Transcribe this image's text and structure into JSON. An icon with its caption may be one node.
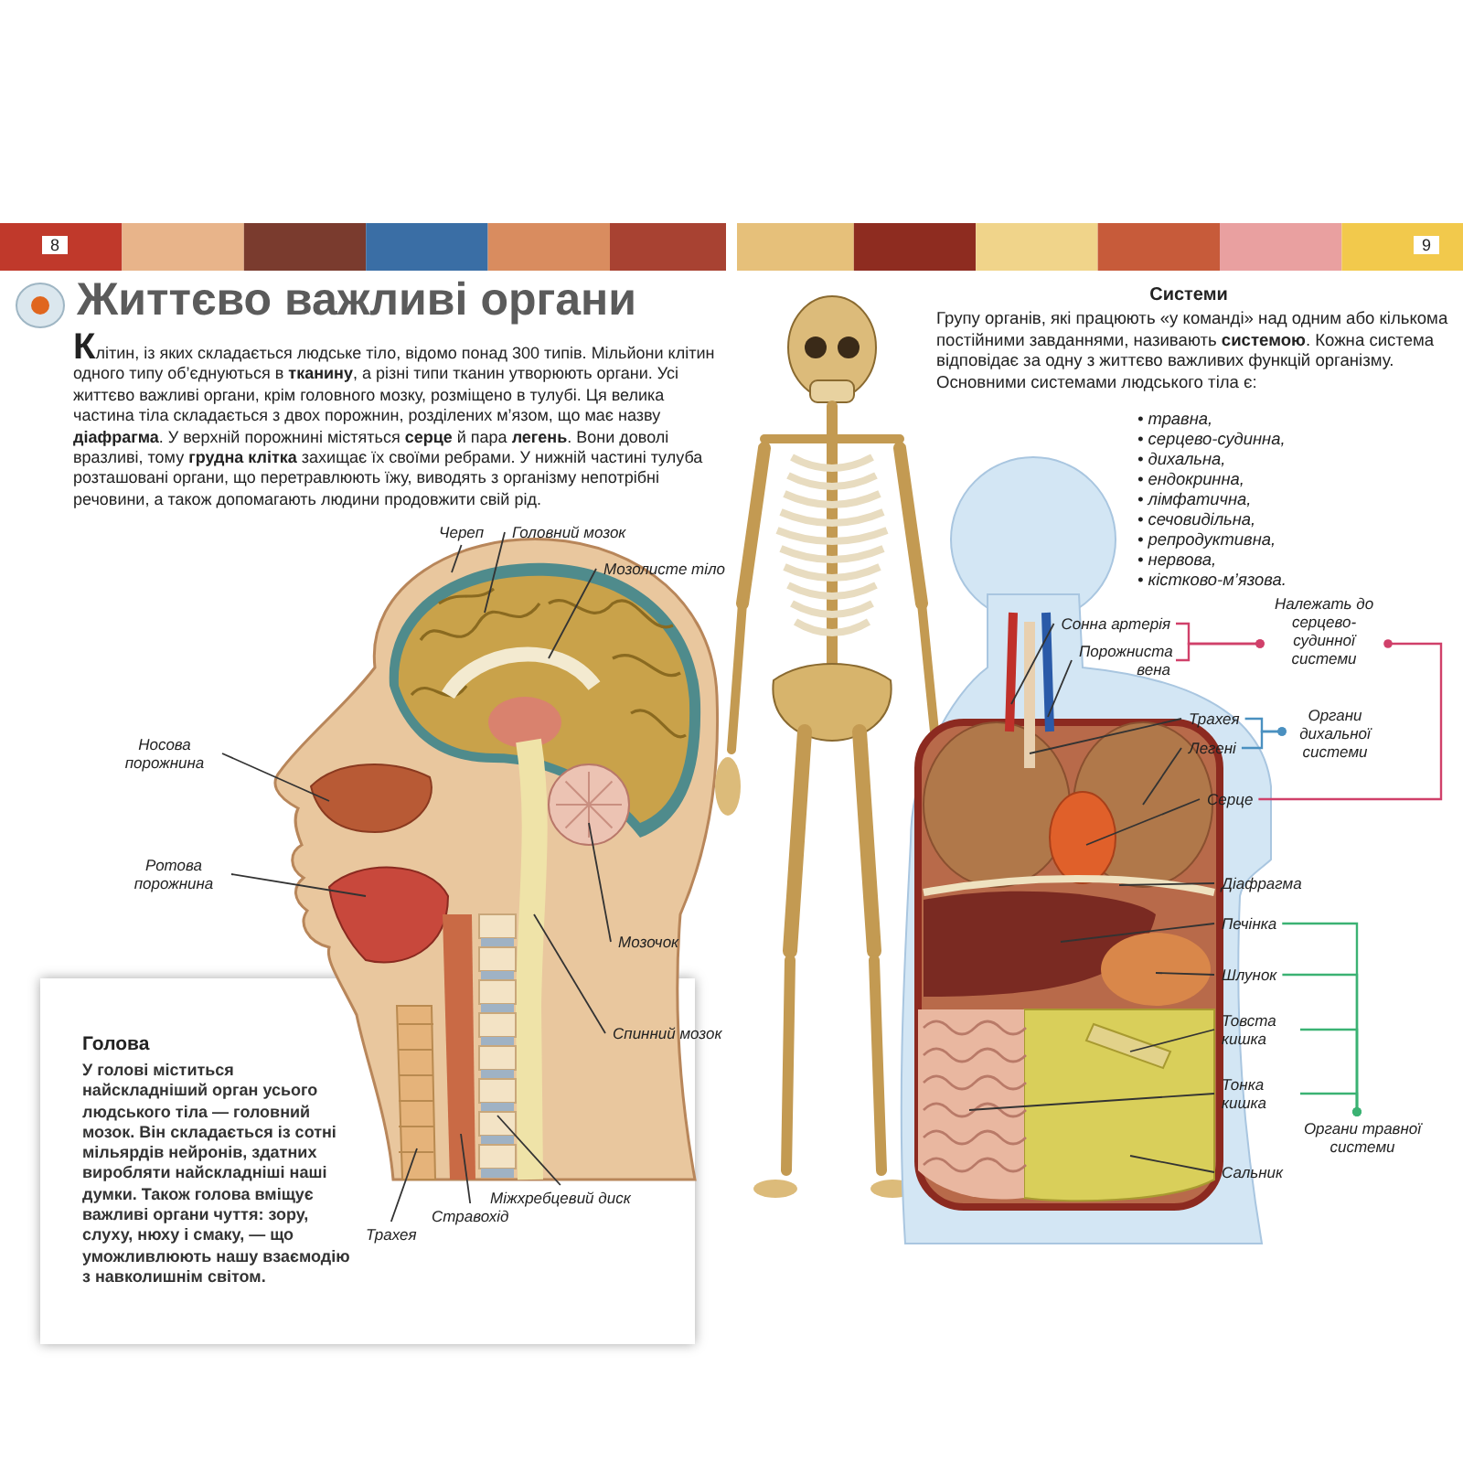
{
  "diagram": {
    "title": "Життєво важливі органи",
    "nodes": [
      {
        "text": [
          "Череп"
        ]
      },
      {
        "text": [
          "Головний мозок"
        ]
      },
      {
        "text": [
          "Мозолисте тіло"
        ]
      },
      {
        "text": [
          "Носова порожнина"
        ]
      },
      {
        "text": [
          "Ротова порожнина"
        ]
      },
      {
        "text": [
          "Мозочок"
        ]
      },
      {
        "text": [
          "Спинний мозок"
        ]
      },
      {
        "text": [
          "Міжхребцевий диск"
        ]
      },
      {
        "text": [
          "Стравохід"
        ]
      },
      {
        "text": [
          "Трахея"
        ]
      },
      {
        "text": [
          "Сонна артерія"
        ]
      },
      {
        "text": [
          "Порожниста вена"
        ]
      },
      {
        "text": [
          "Трахея"
        ]
      },
      {
        "text": [
          "Легені"
        ]
      },
      {
        "text": [
          "Серце"
        ]
      },
      {
        "text": [
          "Діафрагма"
        ]
      },
      {
        "text": [
          "Печінка"
        ]
      },
      {
        "text": [
          "Шлунок"
        ]
      },
      {
        "text": [
          "Товста кишка"
        ]
      },
      {
        "text": [
          "Тонка кишка"
        ]
      },
      {
        "text": [
          "Сальник"
        ]
      },
      {
        "text": [
          "Належать до серцево-судинної системи"
        ]
      },
      {
        "text": [
          "Органи дихальної системи"
        ]
      },
      {
        "text": [
          "Органи травної системи"
        ]
      }
    ],
    "edges": [
      {
        "from": 0,
        "to": null,
        "arrow": "none"
      },
      {
        "from": 1,
        "to": null,
        "arrow": "none"
      },
      {
        "from": 2,
        "to": null,
        "arrow": "none"
      },
      {
        "from": 3,
        "to": null,
        "arrow": "none"
      },
      {
        "from": 4,
        "to": null,
        "arrow": "none"
      },
      {
        "from": 5,
        "to": null,
        "arrow": "none"
      },
      {
        "from": 6,
        "to": null,
        "arrow": "none"
      },
      {
        "from": 7,
        "to": null,
        "arrow": "none"
      },
      {
        "from": 8,
        "to": null,
        "arrow": "none"
      },
      {
        "from": 9,
        "to": null,
        "arrow": "none"
      },
      {
        "from": 10,
        "to": null,
        "arrow": "none"
      },
      {
        "from": 11,
        "to": null,
        "arrow": "none"
      },
      {
        "from": 12,
        "to": null,
        "arrow": "none"
      },
      {
        "from": 13,
        "to": null,
        "arrow": "none"
      },
      {
        "from": 14,
        "to": null,
        "arrow": "none"
      },
      {
        "from": 15,
        "to": null,
        "arrow": "none"
      },
      {
        "from": 16,
        "to": null,
        "arrow": "none"
      },
      {
        "from": 17,
        "to": null,
        "arrow": "none"
      },
      {
        "from": 18,
        "to": null,
        "arrow": "none"
      },
      {
        "from": 19,
        "to": null,
        "arrow": "none"
      },
      {
        "from": 20,
        "to": null,
        "arrow": "none"
      },
      {
        "from": 10,
        "to": 21,
        "arrow": "other",
        "color": "#d0406a"
      },
      {
        "from": 11,
        "to": 21,
        "arrow": "other",
        "color": "#d0406a"
      },
      {
        "from": 14,
        "to": 21,
        "arrow": "other",
        "color": "#d0406a"
      },
      {
        "from": 12,
        "to": 22,
        "arrow": "other",
        "color": "#4a90c0"
      },
      {
        "from": 13,
        "to": 22,
        "arrow": "other",
        "color": "#4a90c0"
      },
      {
        "from": 16,
        "to": 23,
        "arrow": "other",
        "color": "#3bb273"
      },
      {
        "from": 17,
        "to": 23,
        "arrow": "other",
        "color": "#3bb273"
      },
      {
        "from": 18,
        "to": 23,
        "arrow": "other",
        "color": "#3bb273"
      },
      {
        "from": 19,
        "to": 23,
        "arrow": "other",
        "color": "#3bb273"
      }
    ],
    "labels": [
      "8",
      "9",
      "Клітин, із яких складається людське тіло, відомо понад 300 типів. Мільйони клітин одного типу об’єднуються в **тканину**, а різні типи тканин утворюють органи. Усі життєво важливі органи, крім головного мозку, розміщено в тулубі. Ця велика частина тіла складається з двох порожнин, розділених м’язом, що має назву **діафрагма**. У верхній порожнині містяться **серце** й пара **легень**. Вони доволі вразливі, тому **грудна клітка** захищає їх своїми ребрами. У нижній частині тулуба розташовані органи, що перетравлюють їжу, виводять з організму непотрібні речовини, а також допомагають людини продовжити свій рід.",
      "Голова",
      "У голові міститься найскладніший орган усього людського тіла — головний мозок. Він складається із сотні мільярдів нейронів, здатних виробляти найскладніші наші думки. Також голова вміщує важливі органи чуття: зору, слуху, нюху і смаку, — що уможливлюють нашу взаємодію з навколишнім світом.",
      "Системи",
      "Групу органів, які працюють «у команді» над одним або кількома постійними завданнями, називають **системою**. Кожна система відповідає за одну з життєво важливих функцій організму. Основними системами людського тіла є:",
      "• травна,",
      "• серцево-судинна,",
      "• дихальна,",
      "• ендокринна,",
      "• лімфатична,",
      "• сечовидільна,",
      "• репродуктивна,",
      "• нервова,",
      "• кістково-м’язова."
    ]
  }
}
